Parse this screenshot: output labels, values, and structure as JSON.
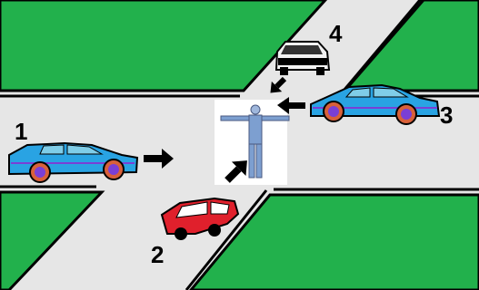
{
  "labels": {
    "car_1": "1",
    "car_2": "2",
    "car_3": "3",
    "car_4": "4"
  },
  "colors": {
    "grass": "#22b14c",
    "road": "#e6e6e6",
    "curb": "#000000",
    "car_blue": "#29a3e3",
    "car_red": "#e0202c",
    "car_white": "#f2f2f2",
    "wheel_rim": "#7a3fd6",
    "wheel_tire": "#d8603a",
    "officer_uniform": "#7d9fd0"
  }
}
